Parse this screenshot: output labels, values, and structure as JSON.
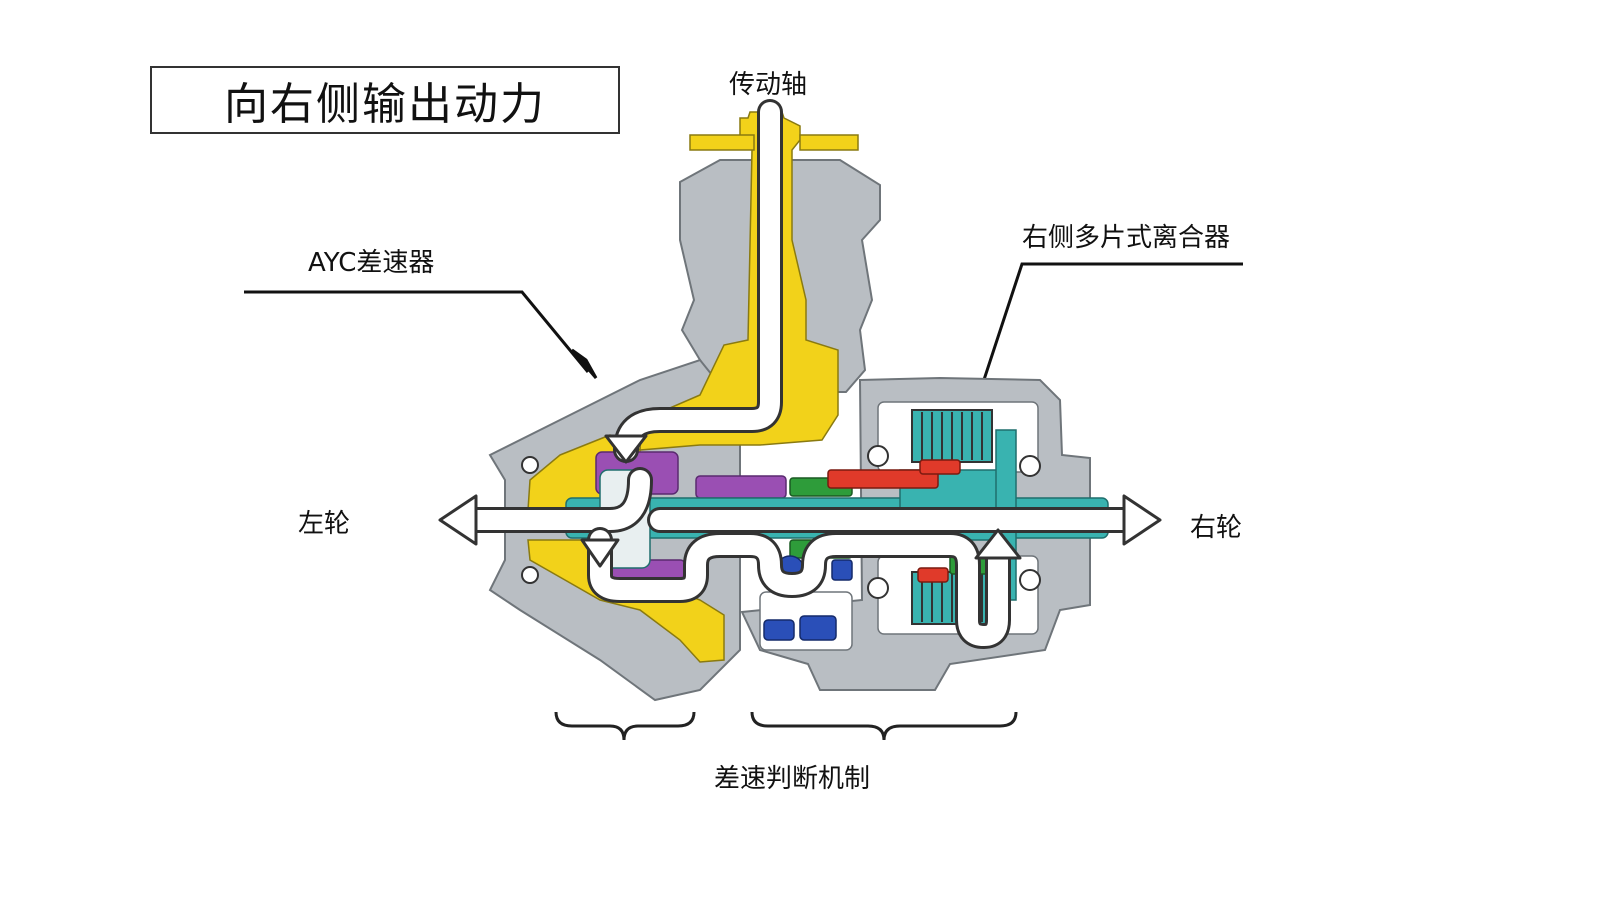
{
  "title": "向右侧输出动力",
  "labels": {
    "drive_shaft": "传动轴",
    "ayc_differential": "AYC差速器",
    "right_clutch": "右侧多片式离合器",
    "left_wheel": "左轮",
    "right_wheel": "右轮",
    "diff_judgment": "差速判断机制"
  },
  "colors": {
    "housing": "#b9bec3",
    "yellow_gear": "#f2d21a",
    "cyan_shaft": "#39b3b0",
    "purple_gear": "#9a4fb3",
    "green_gear": "#2e9c3a",
    "red_gear": "#e03a2a",
    "blue_gear": "#2a4fb8"
  }
}
